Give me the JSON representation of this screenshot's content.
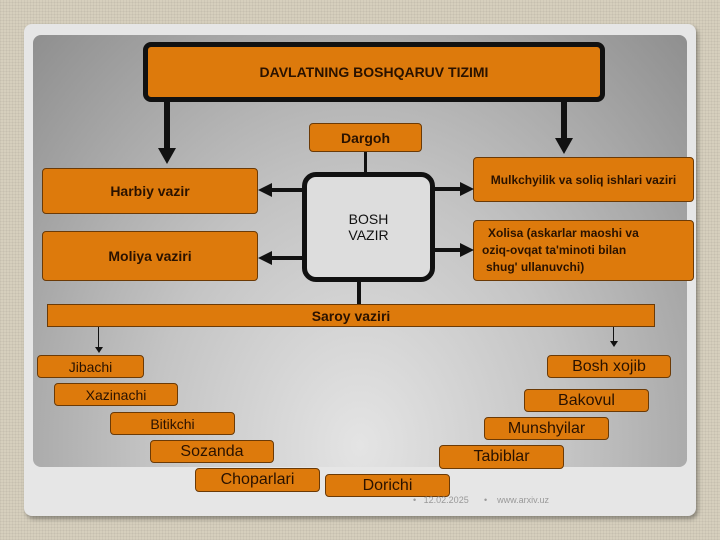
{
  "title": "DAVLATNING BOSHQARUV TIZIMI",
  "dargoh": "Dargoh",
  "bosh_vazir": [
    "BOSH",
    "VAZIR"
  ],
  "harbiy": "Harbiy vazir",
  "moliya": "Moliya vaziri",
  "mulk": "Mulkchyilik va soliq ishlari vaziri",
  "xolisa": [
    "Xolisa (askarlar maoshi va",
    "oziq-ovqat ta'minoti bilan",
    "shug'  ullanuvchi)"
  ],
  "saroy": "Saroy  vaziri",
  "left_items": [
    "Jibachi",
    "Xazinachi",
    "Bitikchi",
    "Sozanda",
    "Choparlari"
  ],
  "right_items": [
    "Bosh xojib",
    "Bakovul",
    "Munshyilar",
    "Tabiblar",
    "Dorichi"
  ],
  "footer": {
    "date": "12.02.2025",
    "site": "www.arxiv.uz"
  },
  "colors": {
    "box": "#dd7a0c",
    "bg": "#d6cfbd"
  }
}
